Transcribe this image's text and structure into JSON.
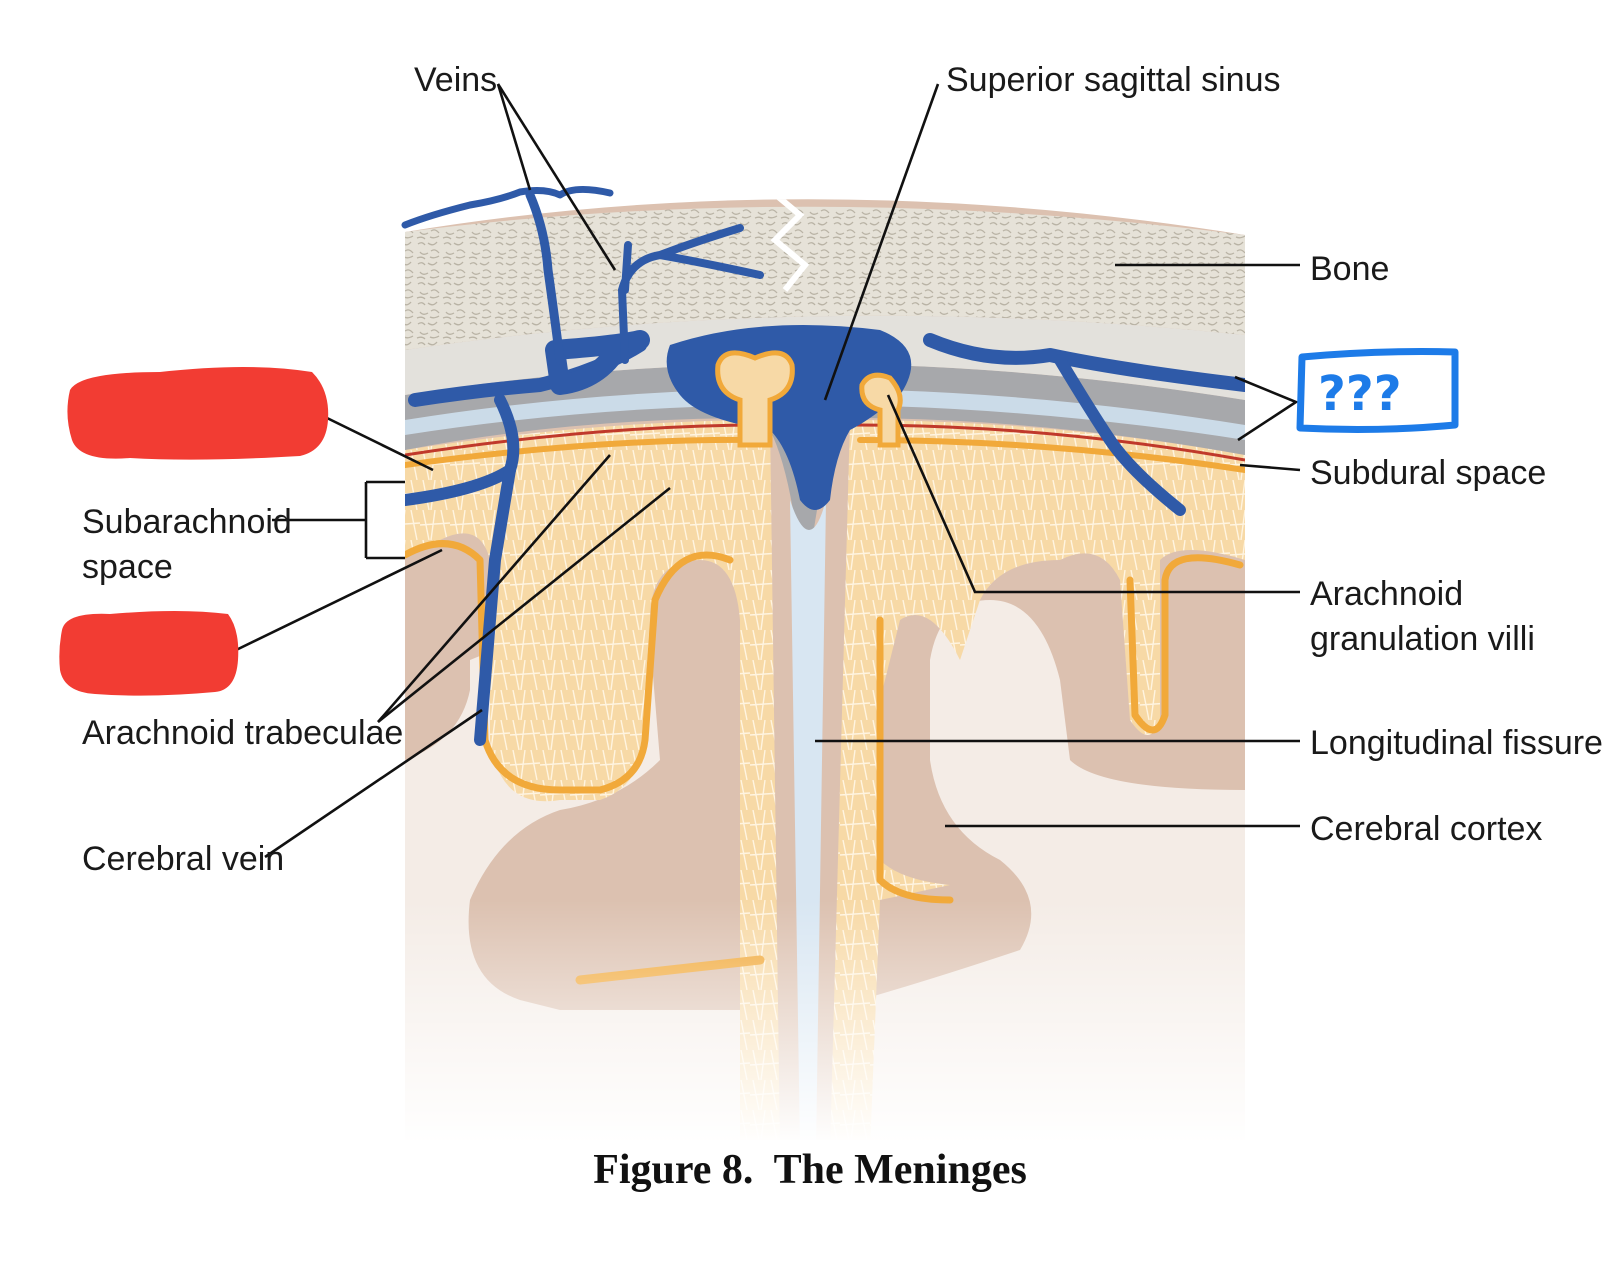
{
  "figure": {
    "caption": "Figure 8.  The Meninges"
  },
  "labels": {
    "veins": "Veins",
    "superior_sagittal_sinus": "Superior sagittal sinus",
    "bone": "Bone",
    "unknown_mark": "???",
    "subdural_space": "Subdural space",
    "subarachnoid_space_line1": "Subarachnoid",
    "subarachnoid_space_line2": "space",
    "arachnoid_granulation_line1": "Arachnoid",
    "arachnoid_granulation_line2": "granulation villi",
    "arachnoid_trabeculae": "Arachnoid trabeculae",
    "longitudinal_fissure": "Longitudinal fissure",
    "cerebral_cortex": "Cerebral cortex",
    "cerebral_vein": "Cerebral vein"
  },
  "colors": {
    "bone": "#e6e2d8",
    "dura": "#a7a8ab",
    "vein": "#2f5aa8",
    "arachnoid": "#f7d9a6",
    "pia": "#f1a93a",
    "cortex": "#dcc1b0",
    "redaction": "#f23c33",
    "annotation": "#1d7be8"
  }
}
